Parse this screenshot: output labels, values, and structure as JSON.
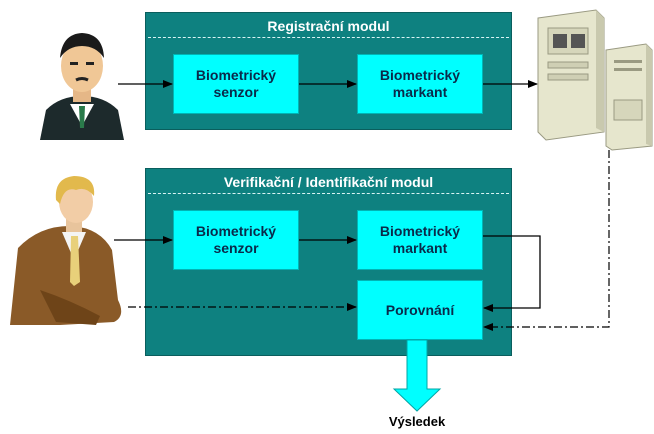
{
  "registration_module": {
    "title": "Registrační modul",
    "sensor_label": "Biometrický\nsenzor",
    "template_label": "Biometrický\nmarkant"
  },
  "verification_module": {
    "title": "Verifikační / Identifikační modul",
    "sensor_label": "Biometrický\nsenzor",
    "template_label": "Biometrický\nmarkant",
    "compare_label": "Porovnání"
  },
  "result_label": "Výsledek",
  "colors": {
    "module_fill": "#0e8180",
    "box_fill": "#00ffff",
    "result_arrow": "#00ffff"
  },
  "icons": [
    "person-asian-man-icon",
    "person-blond-man-icon",
    "server-database-icon"
  ]
}
